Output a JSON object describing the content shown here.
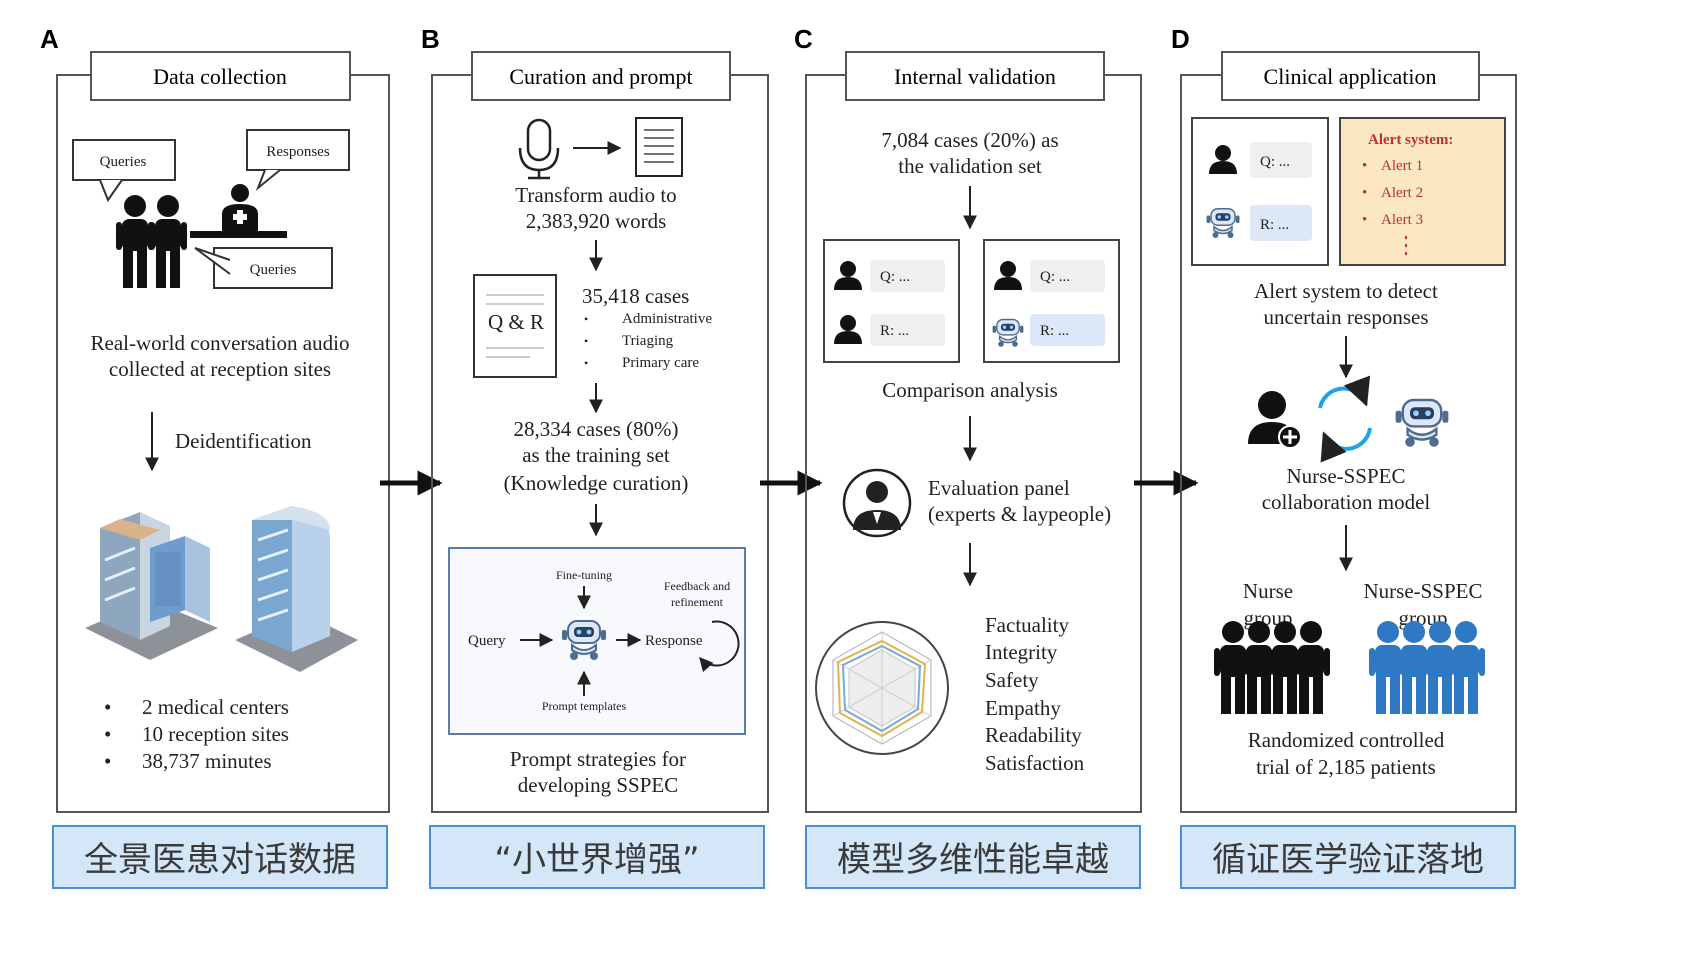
{
  "panels": [
    {
      "letter": "A",
      "header": "Data collection",
      "bubbles": [
        "Queries",
        "Responses",
        "Queries"
      ],
      "desc": [
        "Real-world conversation audio",
        "collected at reception sites"
      ],
      "step": "Deidentification",
      "bullets": [
        "2 medical centers",
        "10 reception sites",
        "38,737 minutes"
      ],
      "footer": "全景医患对话数据"
    },
    {
      "letter": "B",
      "header": "Curation and prompt",
      "transform": [
        "Transform audio to",
        "2,383,920 words"
      ],
      "qr": "Q & R",
      "cases": "35,418 cases",
      "case_types": [
        "Administrative",
        "Triaging",
        "Primary care"
      ],
      "training": [
        "28,334 cases (80%)",
        "as the training set",
        "(Knowledge curation)"
      ],
      "prompt_box": {
        "fine_tuning": "Fine-tuning",
        "feedback": [
          "Feedback and",
          "refinement"
        ],
        "query": "Query",
        "response": "Response",
        "templates": "Prompt templates"
      },
      "strategies": [
        "Prompt strategies for",
        "developing SSPEC"
      ],
      "footer": "“小世界增强”"
    },
    {
      "letter": "C",
      "header": "Internal validation",
      "validation": [
        "7,084 cases (20%) as",
        "the validation set"
      ],
      "q": "Q: ...",
      "r": "R: ...",
      "comparison": "Comparison analysis",
      "panel": [
        "Evaluation panel",
        "(experts & laypeople)"
      ],
      "metrics": [
        "Factuality",
        "Integrity",
        "Safety",
        "Empathy",
        "Readability",
        "Satisfaction"
      ],
      "footer": "模型多维性能卓越"
    },
    {
      "letter": "D",
      "header": "Clinical application",
      "q": "Q: ...",
      "r": "R: ...",
      "alert_title": "Alert system:",
      "alerts": [
        "Alert 1",
        "Alert 2",
        "Alert 3"
      ],
      "alert_desc": [
        "Alert system to detect",
        "uncertain responses"
      ],
      "collab": [
        "Nurse-SSPEC",
        "collaboration model"
      ],
      "group1": [
        "Nurse",
        "group"
      ],
      "group2": [
        "Nurse-SSPEC",
        "group"
      ],
      "trial": [
        "Randomized controlled",
        "trial of 2,185 patients"
      ],
      "footer": "循证医学验证落地"
    }
  ],
  "colors": {
    "frame": "#555555",
    "footer_fill": "#d3e7f8",
    "footer_stroke": "#4a90d9",
    "alert_fill": "#fbe8c2",
    "bubble_fill": "#efefef",
    "robot_fill": "#dce8f7",
    "blue_people": "#2f78c4",
    "arrow": "#111111"
  }
}
